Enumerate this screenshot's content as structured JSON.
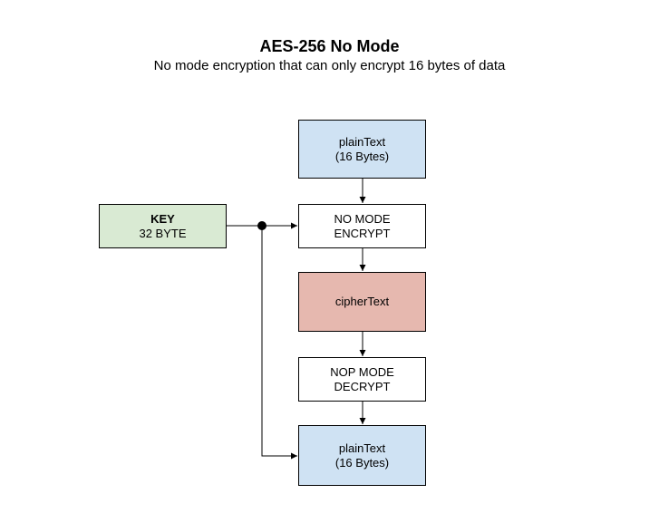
{
  "title": "AES-256 No Mode",
  "subtitle": "No mode encryption that can only encrypt 16 bytes of data",
  "nodes": {
    "plaintext_top": {
      "line1": "plainText",
      "line2": "(16 Bytes)",
      "color": "#cfe2f3"
    },
    "encrypt": {
      "line1": "NO MODE",
      "line2": "ENCRYPT",
      "color": "#ffffff"
    },
    "ciphertext": {
      "line1": "cipherText",
      "color": "#e6b8af"
    },
    "decrypt": {
      "line1": "NOP MODE",
      "line2": "DECRYPT",
      "color": "#ffffff"
    },
    "plaintext_bottom": {
      "line1": "plainText",
      "line2": "(16 Bytes)",
      "color": "#cfe2f3"
    },
    "key": {
      "line1": "KEY",
      "line2": "32 BYTE",
      "color": "#d9ead3"
    }
  },
  "edges": [
    {
      "from": "plaintext_top",
      "to": "encrypt"
    },
    {
      "from": "key",
      "to": "encrypt"
    },
    {
      "from": "encrypt",
      "to": "ciphertext"
    },
    {
      "from": "ciphertext",
      "to": "decrypt"
    },
    {
      "from": "decrypt",
      "to": "plaintext_bottom"
    },
    {
      "from": "key",
      "to": "plaintext_bottom"
    }
  ]
}
